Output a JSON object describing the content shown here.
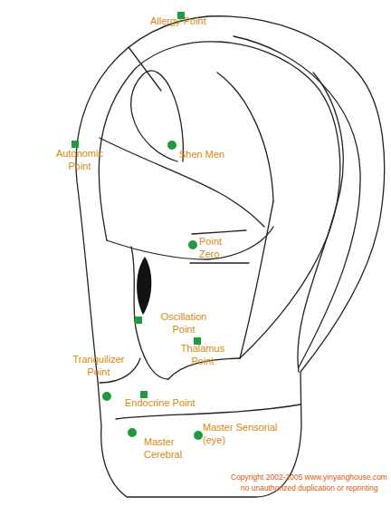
{
  "diagram": {
    "labels": [
      "Allergy Point",
      "Autonomic Point",
      "Shen Men",
      "Point Zero",
      "Oscillation Point",
      "Thalamus Point",
      "Tranquilizer Point",
      "Endocrine Point",
      "Master Cerebral",
      "Master Sensorial (eye)",
      "Copyright 2002-2005 www.yinyanghouse.com",
      "no unauthorized duplication or reprinting"
    ]
  }
}
